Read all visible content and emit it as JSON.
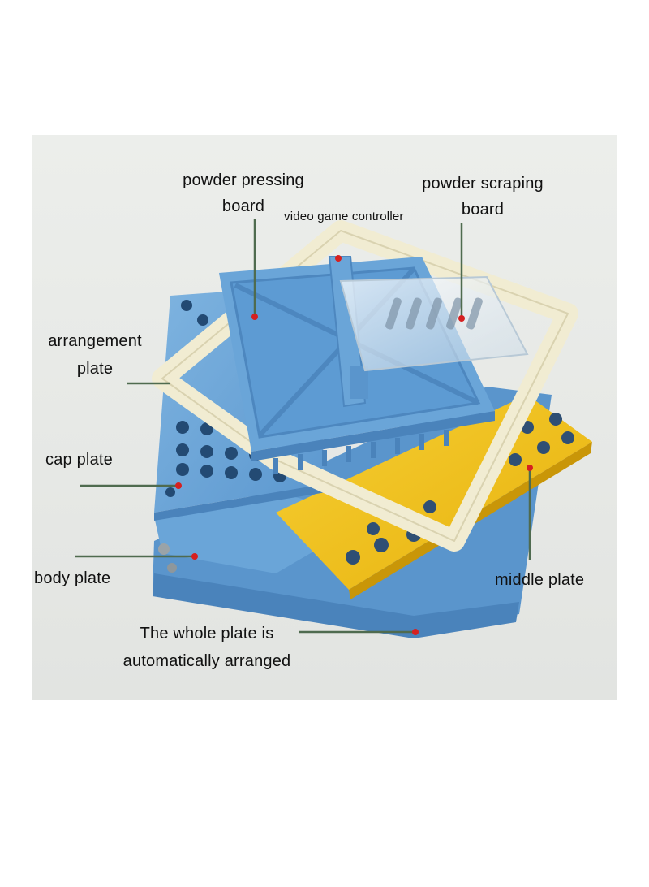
{
  "labels": {
    "powder_pressing_board": {
      "line1": "powder pressing",
      "line2": "board"
    },
    "video_game_controller": "video game controller",
    "powder_scraping_board": {
      "line1": "powder scraping",
      "line2": "board"
    },
    "arrangement_plate": {
      "line1": "arrangement",
      "line2": "plate"
    },
    "cap_plate": "cap plate",
    "body_plate": "body plate",
    "middle_plate": "middle plate",
    "whole_plate": {
      "line1": "The whole plate is",
      "line2": "automatically arranged"
    }
  },
  "colors": {
    "background": "#e7e8e6",
    "blue_plate": "#6fa8dc",
    "yellow_plate": "#f2c21b",
    "cream_frame": "#f1ecd2",
    "leader_line": "#4f6b4f",
    "marker_dot": "#d62020"
  }
}
